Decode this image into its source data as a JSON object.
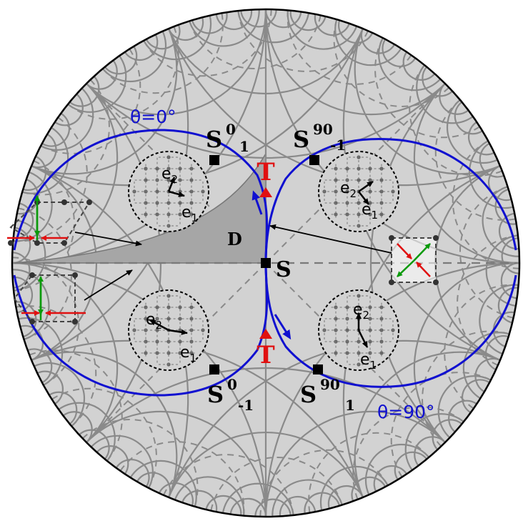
{
  "colors": {
    "disk_fill": "#d2d2d2",
    "tessellation": "#8a8a8a",
    "blue_curve": "#1010d0",
    "red": "#e01010",
    "green": "#0a9a0a",
    "domain_fill": "#a6a6a6"
  },
  "labels": {
    "theta0": "θ=0°",
    "theta90": "θ=90°",
    "S": "S",
    "D": "D",
    "T_top": "T",
    "T_bottom": "T",
    "S0_1": {
      "base": "S",
      "sup": "0",
      "sub": "1"
    },
    "S90_m1": {
      "base": "S",
      "sup": "90",
      "sub": "-1"
    },
    "S0_m1": {
      "base": "S",
      "sup": "0",
      "sub": "-1"
    },
    "S90_1": {
      "base": "S",
      "sup": "90",
      "sub": "1"
    }
  },
  "insets": [
    {
      "e1": "e",
      "e1_sub": "1",
      "e2": "e",
      "e2_sub": "2"
    },
    {
      "e1": "e",
      "e1_sub": "1",
      "e2": "e",
      "e2_sub": "2"
    },
    {
      "e1": "e",
      "e1_sub": "1",
      "e2": "e",
      "e2_sub": "2"
    },
    {
      "e1": "e",
      "e1_sub": "1",
      "e2": "e",
      "e2_sub": "2"
    }
  ]
}
